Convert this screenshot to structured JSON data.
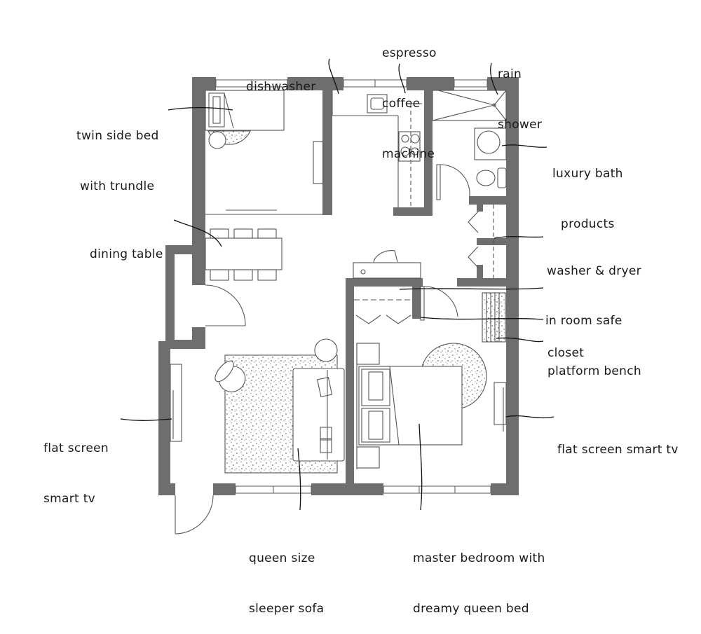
{
  "colors": {
    "wall": "#6e6e6e",
    "line": "#555555",
    "text": "#1a1a1a",
    "background": "#ffffff",
    "rug": "#e8e8e8"
  },
  "labels": {
    "dishwasher": {
      "line1": "dishwasher"
    },
    "espresso": {
      "line1": "espresso",
      "line2": "coffee",
      "line3": "machine"
    },
    "rain_shower": {
      "line1": "rain",
      "line2": "shower"
    },
    "twin_bed": {
      "line1": "twin side bed",
      "line2": "with trundle"
    },
    "luxury_bath": {
      "line1": "luxury bath",
      "line2": "products"
    },
    "dining_table": {
      "line1": "dining table"
    },
    "washer_dryer": {
      "line1": "washer & dryer"
    },
    "in_room_safe": {
      "line1": "in room safe"
    },
    "closet": {
      "line1": "closet"
    },
    "platform_bench": {
      "line1": "platform bench"
    },
    "tv_left": {
      "line1": "flat screen",
      "line2": "smart tv"
    },
    "tv_right": {
      "line1": "flat screen smart tv"
    },
    "sofa": {
      "line1": "queen size",
      "line2": "sleeper sofa"
    },
    "master_bed": {
      "line1": "master bedroom with",
      "line2": "dreamy queen bed"
    }
  }
}
